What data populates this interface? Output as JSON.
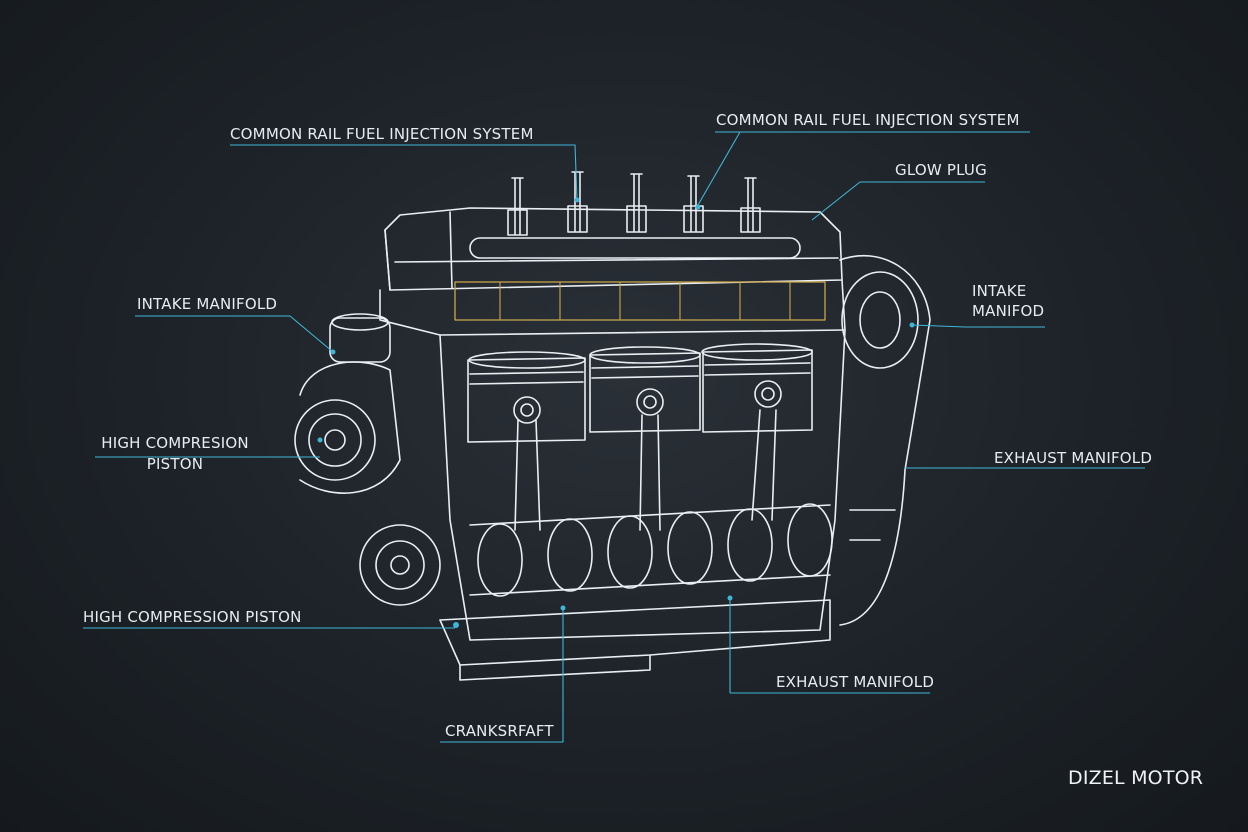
{
  "diagram": {
    "title": "DIZEL MOTOR",
    "labels": {
      "rail_left": "COMMON RAIL FUEL INJECTION SYSTEM",
      "rail_right": "COMMON RAIL FUEL INJECTION SYSTEM",
      "glow_plug": "GLOW PLUG",
      "intake_left": "INTAKE MANIFOLD",
      "intake_right_1": "INTAKE",
      "intake_right_2": "MANIFOD",
      "piston_left_1": "HIGH COMPRESION",
      "piston_left_2": "PISTON",
      "exhaust_right": "EXHAUST MANIFOLD",
      "piston_bottom": "HIGH COMPRESSION PISTON",
      "exhaust_bottom": "EXHAUST MANIFOLD",
      "crankshaft": "CRANKSRFAFT"
    },
    "colors": {
      "line": "#e8eef2",
      "leader": "#3fb6d6",
      "accent": "#c9a64a",
      "background": "#1d2228"
    }
  }
}
